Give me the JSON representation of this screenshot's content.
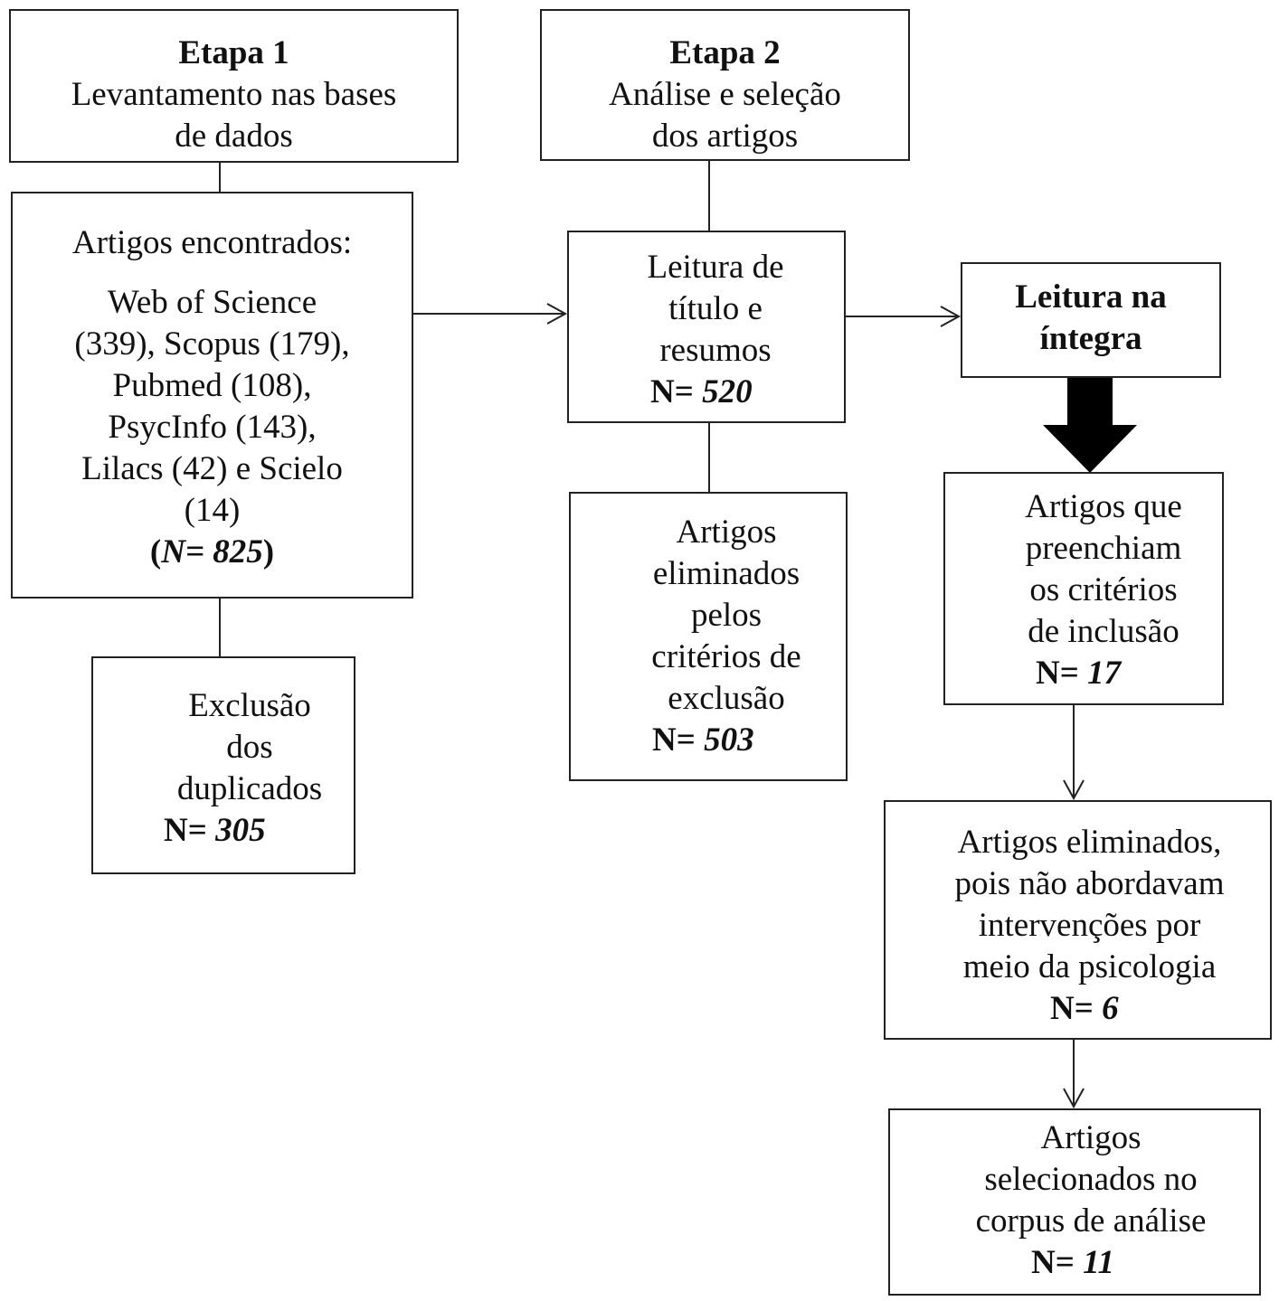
{
  "etapa1": {
    "title": "Etapa 1",
    "lines": [
      "Levantamento nas bases",
      "de dados"
    ]
  },
  "etapa2": {
    "title": "Etapa 2",
    "lines": [
      "Análise e seleção",
      "dos artigos"
    ]
  },
  "encontrados": {
    "heading": "Artigos encontrados:",
    "lines": [
      "Web of Science",
      "(339), Scopus (179),",
      "Pubmed (108),",
      "PsycInfo (143),",
      "Lilacs (42) e Scielo",
      "(14)"
    ],
    "total_open": "(",
    "total_label": "N= ",
    "total_value": "825",
    "total_close": ")"
  },
  "duplicados": {
    "lines": [
      "Exclusão",
      "dos",
      "duplicados"
    ],
    "n_label": "N= ",
    "n_value": "305"
  },
  "leitura_titulo": {
    "lines": [
      "Leitura de",
      "título e",
      "resumos"
    ],
    "n_label": "N= ",
    "n_value": "520"
  },
  "eliminados_exclusao": {
    "lines": [
      "Artigos",
      "eliminados",
      "pelos",
      "critérios de",
      "exclusão"
    ],
    "n_label": "N= ",
    "n_value": "503"
  },
  "leitura_integra": {
    "lines": [
      "Leitura na",
      "íntegra"
    ]
  },
  "inclusao": {
    "lines": [
      "Artigos que",
      "preenchiam",
      "os critérios",
      "de inclusão"
    ],
    "n_label": "N= ",
    "n_value": "17"
  },
  "eliminados_psicologia": {
    "lines": [
      "Artigos eliminados,",
      "pois não abordavam",
      "intervenções por",
      "meio da psicologia"
    ],
    "n_label": "N= ",
    "n_value": "6"
  },
  "selecionados": {
    "lines": [
      "Artigos",
      "selecionados no",
      "corpus de análise"
    ],
    "n_label": "N= ",
    "n_value": "11"
  },
  "colors": {
    "line": "#222222",
    "big_arrow": "#000000"
  }
}
